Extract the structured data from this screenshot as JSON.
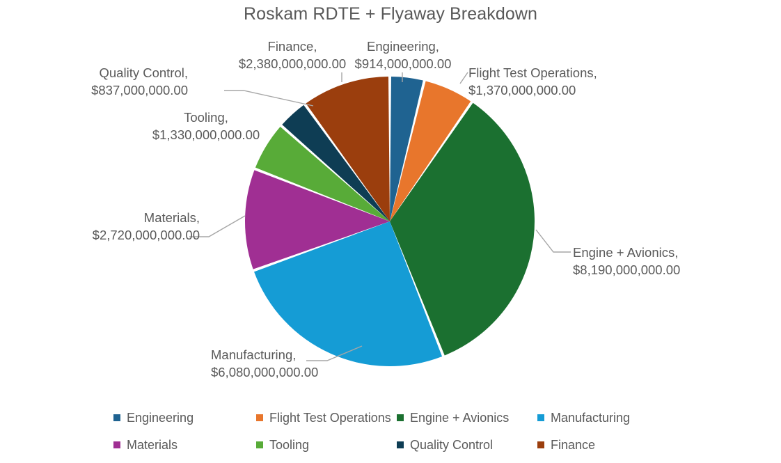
{
  "chart_data": {
    "type": "pie",
    "title": "Roskam RDTE + Flyaway Breakdown",
    "xlabel": "",
    "ylabel": "",
    "legend_position": "bottom",
    "grid": false,
    "value_prefix": "$",
    "categories": [
      "Engineering",
      "Flight Test Operations",
      "Engine + Avionics",
      "Manufacturing",
      "Materials",
      "Tooling",
      "Quality Control",
      "Finance"
    ],
    "values": [
      914000000,
      1370000000,
      8190000000,
      6080000000,
      2720000000,
      1330000000,
      837000000,
      2380000000
    ],
    "value_labels": [
      "$914,000,000.00",
      "$1,370,000,000.00",
      "$8,190,000,000.00",
      "$6,080,000,000.00",
      "$2,720,000,000.00",
      "$1,330,000,000.00",
      "$837,000,000.00",
      "$2,380,000,000.00"
    ],
    "colors": [
      "#1F6391",
      "#E8762C",
      "#1B7030",
      "#159CD5",
      "#A02F93",
      "#58AB38",
      "#0E3D54",
      "#9B3E0D"
    ]
  },
  "title": {
    "text": "Roskam RDTE + Flyaway Breakdown",
    "color": "#595959"
  },
  "slices": [
    {
      "name": "Engineering",
      "value_label": "$914,000,000.00",
      "color": "#1F6391"
    },
    {
      "name": "Flight Test Operations",
      "value_label": "$1,370,000,000.00",
      "color": "#E8762C"
    },
    {
      "name": "Engine + Avionics",
      "value_label": "$8,190,000,000.00",
      "color": "#1B7030"
    },
    {
      "name": "Manufacturing",
      "value_label": "$6,080,000,000.00",
      "color": "#159CD5"
    },
    {
      "name": "Materials",
      "value_label": "$2,720,000,000.00",
      "color": "#A02F93"
    },
    {
      "name": "Tooling",
      "value_label": "$1,330,000,000.00",
      "color": "#58AB38"
    },
    {
      "name": "Quality Control",
      "value_label": "$837,000,000.00",
      "color": "#0E3D54"
    },
    {
      "name": "Finance",
      "value_label": "$2,380,000,000.00",
      "color": "#9B3E0D"
    }
  ],
  "labels": [
    {
      "name_text": "Engineering,",
      "value_text": "$914,000,000.00"
    },
    {
      "name_text": "Flight Test Operations,",
      "value_text": "$1,370,000,000.00"
    },
    {
      "name_text": "Engine + Avionics,",
      "value_text": "$8,190,000,000.00"
    },
    {
      "name_text": "Manufacturing,",
      "value_text": "$6,080,000,000.00"
    },
    {
      "name_text": "Materials,",
      "value_text": "$2,720,000,000.00"
    },
    {
      "name_text": "Tooling,",
      "value_text": "$1,330,000,000.00"
    },
    {
      "name_text": "Quality Control,",
      "value_text": "$837,000,000.00"
    },
    {
      "name_text": "Finance,",
      "value_text": "$2,380,000,000.00"
    }
  ],
  "legend": {
    "row1": [
      {
        "label": "Engineering",
        "color": "#1F6391"
      },
      {
        "label": "Flight Test Operations",
        "color": "#E8762C"
      },
      {
        "label": "Engine + Avionics",
        "color": "#1B7030"
      },
      {
        "label": "Manufacturing",
        "color": "#159CD5"
      }
    ],
    "row2": [
      {
        "label": "Materials",
        "color": "#A02F93"
      },
      {
        "label": "Tooling",
        "color": "#58AB38"
      },
      {
        "label": "Quality Control",
        "color": "#0E3D54"
      },
      {
        "label": "Finance",
        "color": "#9B3E0D"
      }
    ]
  }
}
